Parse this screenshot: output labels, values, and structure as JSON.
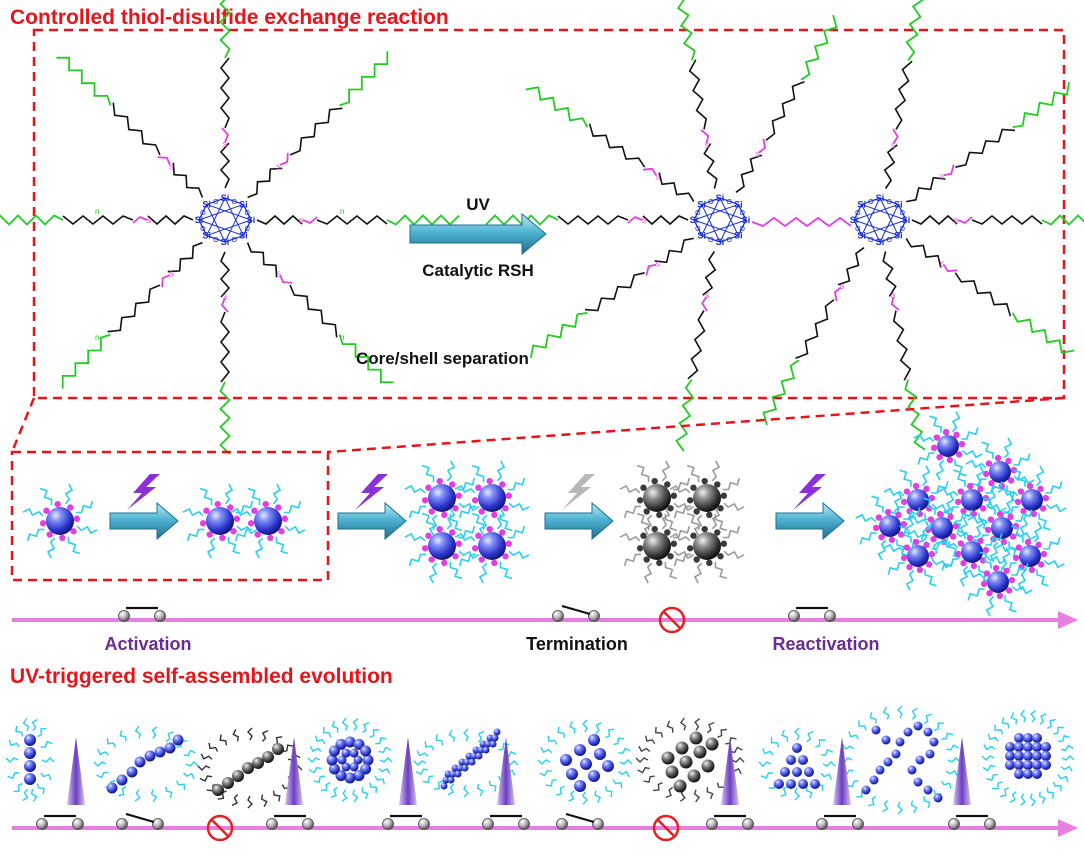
{
  "top_section": {
    "title": "Controlled thiol-disulfide exchange reaction",
    "arrow_label_top": "UV",
    "arrow_label_bottom": "Catalytic RSH",
    "caption": "Core/shell separation",
    "atom_si": "Si",
    "atom_o": "O",
    "atom_s": "S",
    "repeat_n": "n"
  },
  "middle_section": {
    "stage_labels": [
      "Activation",
      "Termination",
      "Reactivation"
    ]
  },
  "bottom_section": {
    "title": "UV-triggered self-assembled evolution"
  },
  "colors": {
    "title_red": "#e8141b",
    "dashed_box": "#e8141b",
    "peg_green": "#22cc22",
    "sulfur_magenta": "#e040e0",
    "core_blue": "#1a2fd0",
    "timeline_pink": "#e77fe0",
    "label_purple": "#6a2c91",
    "arrow_teal": "#3aa6c8",
    "shell_cyan": "#25d0f0",
    "stop_red": "#e62020"
  }
}
